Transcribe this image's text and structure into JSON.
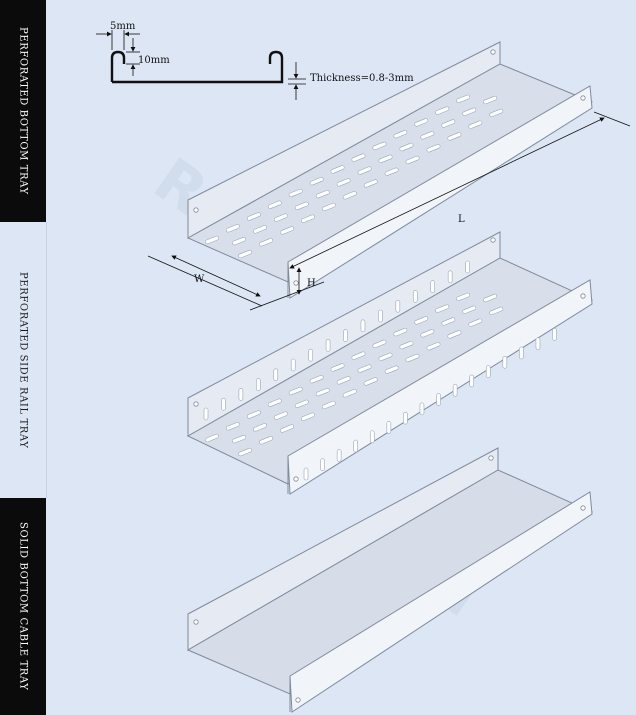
{
  "sidebar": {
    "labels": [
      "PERFORATED BOTTOM TRAY",
      "PERFORATED SIDE RAIL TRAY",
      "SOLID BOTTOM CABLE TRAY"
    ]
  },
  "profile": {
    "dim_lip": "5mm",
    "dim_height": "10mm",
    "thickness": "Thickness=0.8-3mm"
  },
  "dimensions": {
    "length": "L",
    "width": "W",
    "height": "H"
  },
  "colors": {
    "background": "#dce6f5",
    "sidebar_dark": "#0b0b0b",
    "tray_light": "#eef2f8",
    "tray_mid": "#d6dde9",
    "tray_dark": "#b6c0d0",
    "outline": "#7f8a9c"
  }
}
